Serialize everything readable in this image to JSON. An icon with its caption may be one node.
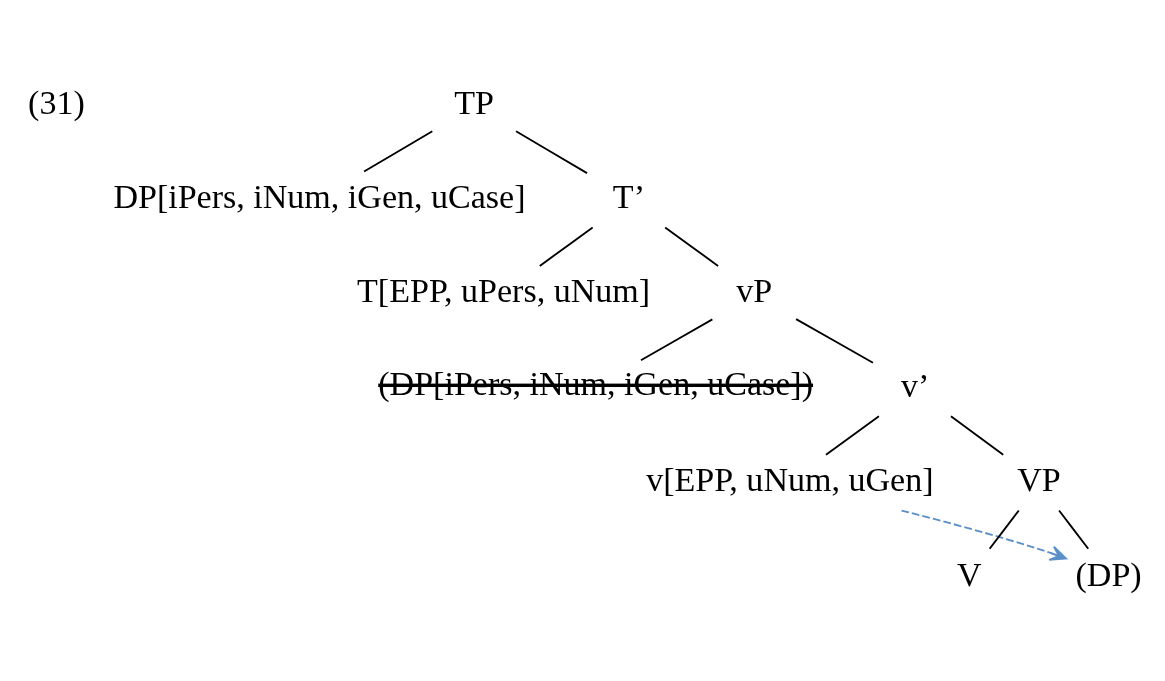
{
  "diagram": {
    "nodes": [
      {
        "text": [
          "TP"
        ]
      },
      {
        "text": [
          "DP[iPers, iNum, iGen, uCase]"
        ]
      },
      {
        "text": [
          "T’"
        ]
      },
      {
        "text": [
          "T[EPP, uPers, uNum]"
        ]
      },
      {
        "text": [
          "vP"
        ]
      },
      {
        "text": [
          "(DP[iPers, iNum, iGen, uCase])"
        ]
      },
      {
        "text": [
          "v’"
        ]
      },
      {
        "text": [
          "v[EPP, uNum, uGen]"
        ]
      },
      {
        "text": [
          "VP"
        ]
      },
      {
        "text": [
          "V"
        ]
      },
      {
        "text": [
          "(DP)"
        ]
      }
    ],
    "edges": [
      {
        "from": 0,
        "to": 1,
        "arrow": "none"
      },
      {
        "from": 0,
        "to": 2,
        "arrow": "none"
      },
      {
        "from": 2,
        "to": 3,
        "arrow": "none"
      },
      {
        "from": 2,
        "to": 4,
        "arrow": "none"
      },
      {
        "from": 4,
        "to": 5,
        "arrow": "none"
      },
      {
        "from": 4,
        "to": 6,
        "arrow": "none"
      },
      {
        "from": 6,
        "to": 7,
        "arrow": "none"
      },
      {
        "from": 6,
        "to": 8,
        "arrow": "none"
      },
      {
        "from": 8,
        "to": 9,
        "arrow": "none"
      },
      {
        "from": 8,
        "to": 10,
        "arrow": "none"
      },
      {
        "from": 7,
        "to": 10,
        "arrow": "to",
        "style": "dashed",
        "color": "#5b8fc7"
      }
    ],
    "labels": [
      "(31)"
    ]
  }
}
